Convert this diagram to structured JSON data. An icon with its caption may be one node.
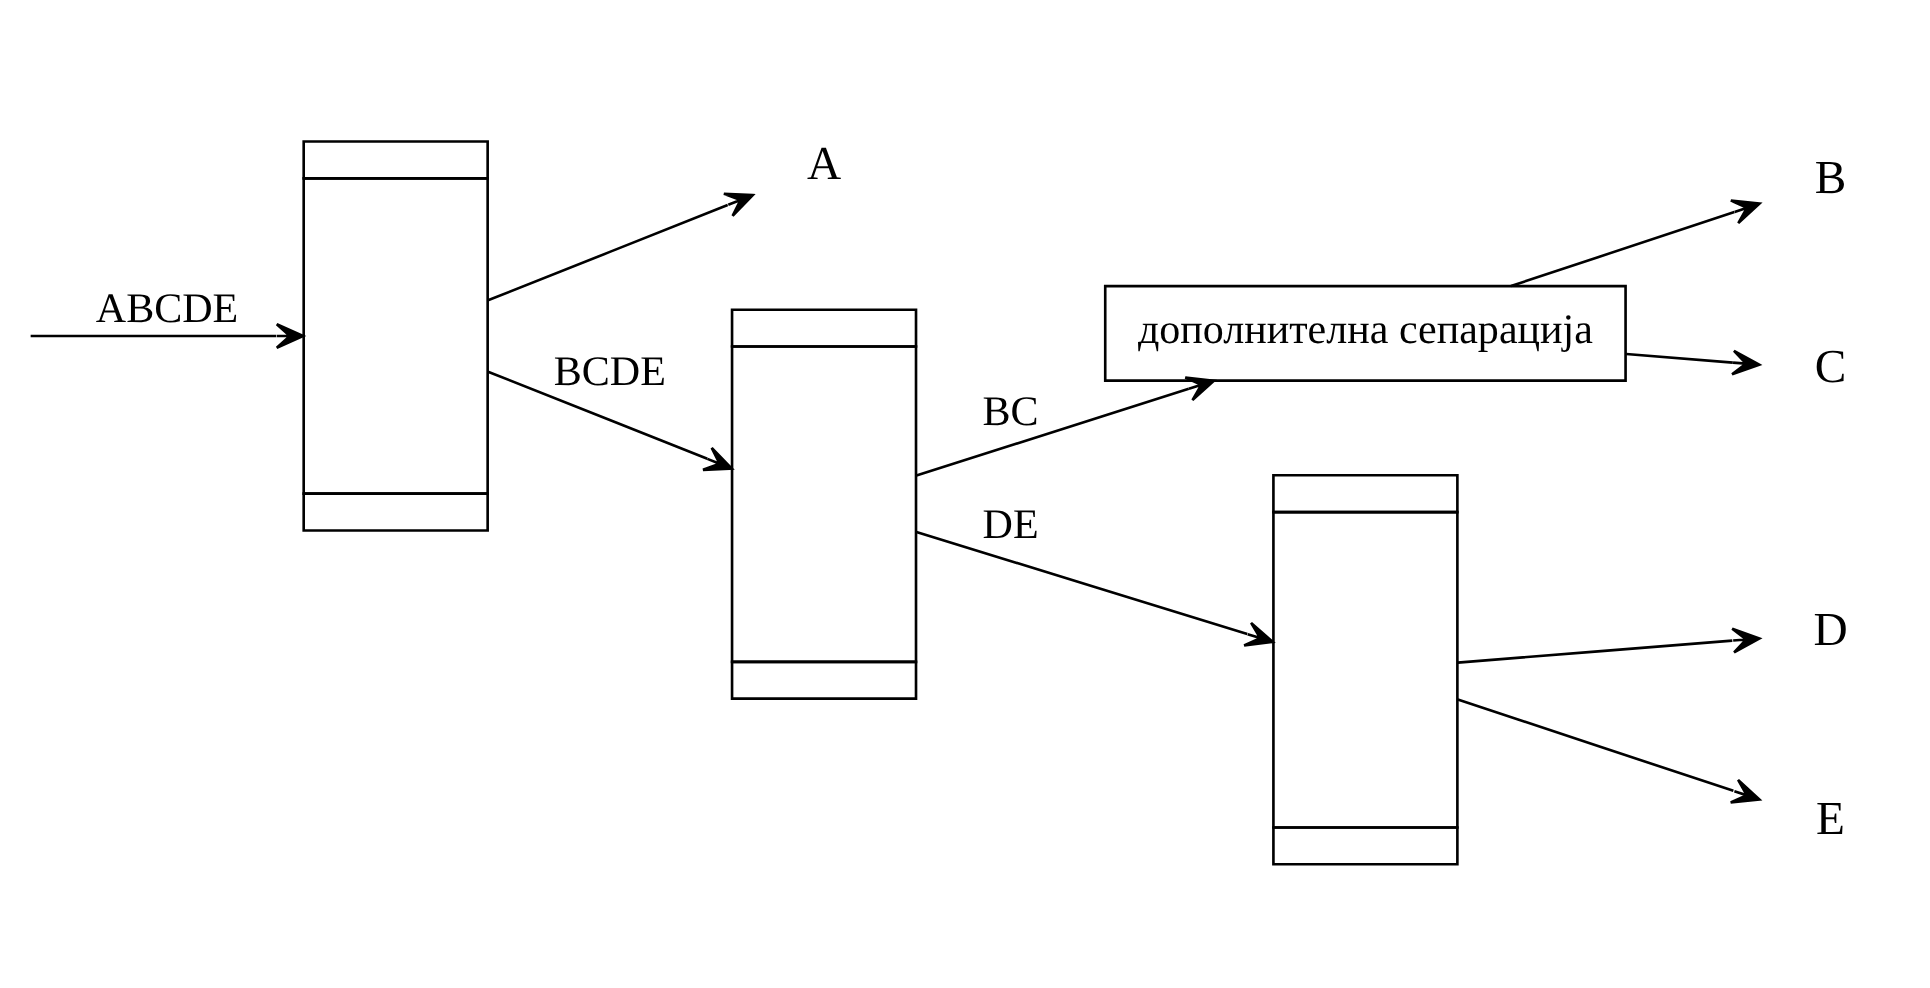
{
  "diagram": {
    "nodes": [
      {
        "text": [],
        "shape": "box"
      },
      {
        "text": [
          "A"
        ]
      },
      {
        "text": [],
        "shape": "box"
      },
      {
        "text": [
          "дополнителна сепарација"
        ]
      },
      {
        "text": [
          "B"
        ]
      },
      {
        "text": [
          "C"
        ]
      },
      {
        "text": [],
        "shape": "box"
      },
      {
        "text": [
          "D"
        ]
      },
      {
        "text": [
          "E"
        ]
      }
    ],
    "edges": [
      {
        "from": null,
        "to": 0,
        "arrow": "to",
        "label": "ABCDE"
      },
      {
        "from": 0,
        "to": 1,
        "arrow": "to"
      },
      {
        "from": 0,
        "to": 2,
        "arrow": "to",
        "label": "BCDE"
      },
      {
        "from": 2,
        "to": 3,
        "arrow": "to",
        "label": "BC"
      },
      {
        "from": 3,
        "to": 4,
        "arrow": "to"
      },
      {
        "from": 3,
        "to": 5,
        "arrow": "to"
      },
      {
        "from": 2,
        "to": 6,
        "arrow": "to",
        "label": "DE"
      },
      {
        "from": 6,
        "to": 7,
        "arrow": "to"
      },
      {
        "from": 6,
        "to": 8,
        "arrow": "to"
      }
    ]
  }
}
